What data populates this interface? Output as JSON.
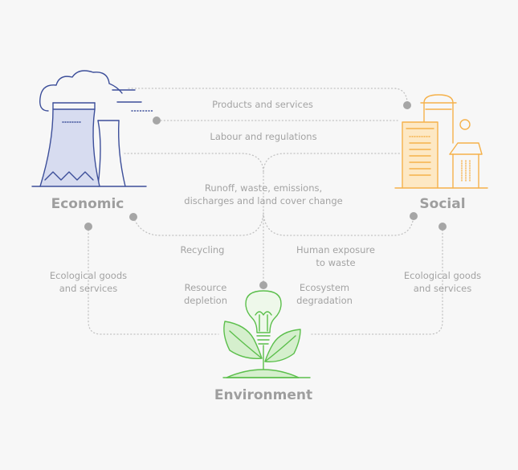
{
  "titles": {
    "economic": "Economic",
    "social": "Social",
    "environment": "Environment"
  },
  "flows": {
    "products_services": "Products and services",
    "labour_regulations": "Labour and regulations",
    "runoff_line1": "Runoff, waste, emissions,",
    "runoff_line2": "discharges and land cover change",
    "recycling": "Recycling",
    "human_exposure_line1": "Human exposure",
    "human_exposure_line2": "to waste",
    "eco_goods_left_line1": "Ecological goods",
    "eco_goods_left_line2": "and services",
    "eco_goods_right_line1": "Ecological goods",
    "eco_goods_right_line2": "and services",
    "resource_line1": "Resource",
    "resource_line2": "depletion",
    "ecosystem_line1": "Ecosystem",
    "ecosystem_line2": "degradation"
  },
  "icons": {
    "economic": "power-plant-icon",
    "social": "city-buildings-icon",
    "environment": "lightbulb-plant-icon"
  },
  "colors": {
    "economic_stroke": "#3d4f9a",
    "economic_fill": "#d7dcf0",
    "social_stroke": "#f5b14a",
    "environment_stroke": "#5cbf4c",
    "environment_fill": "#d5efcd",
    "text": "#a3a3a3",
    "connector": "#c2c2c2"
  }
}
